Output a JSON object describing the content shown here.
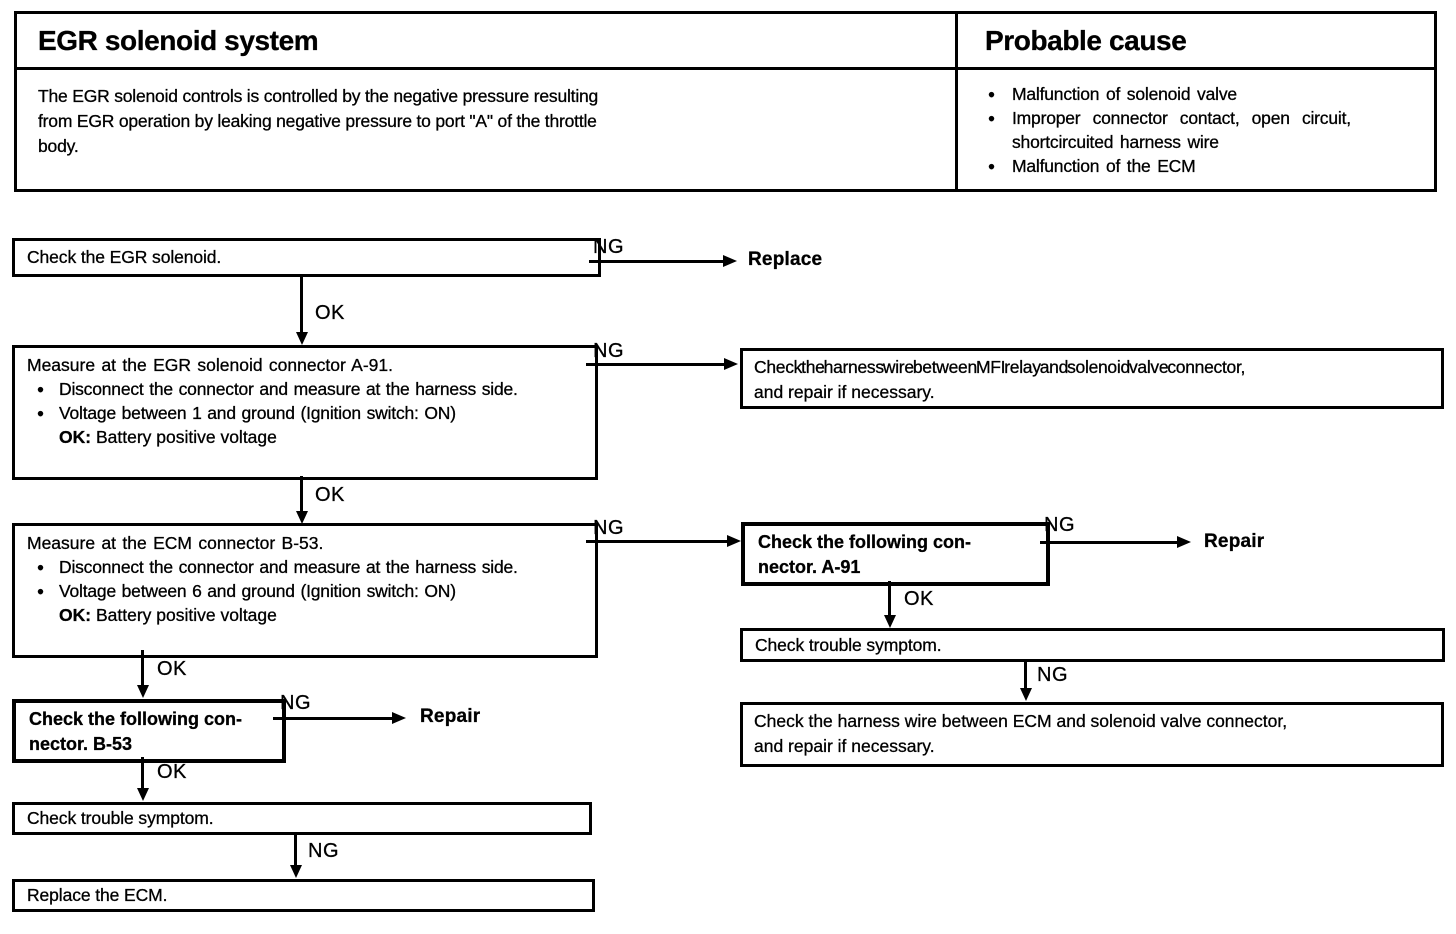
{
  "info_table": {
    "system_title": "EGR solenoid system",
    "cause_title": "Probable cause",
    "description_lines": [
      "The EGR solenoid controls is controlled by the negative pressure resulting",
      "from EGR operation by leaking negative pressure to port \"A\" of the throttle",
      "body."
    ],
    "probable_causes": [
      {
        "line1": "Malfunction of solenoid valve",
        "line2": ""
      },
      {
        "line1": "Improper connector contact, open circuit,",
        "line2": "shortcircuited harness wire"
      },
      {
        "line1": "Malfunction of the ECM",
        "line2": ""
      }
    ]
  },
  "labels": {
    "ng": "NG",
    "ok": "OK",
    "replace": "Replace",
    "repair": "Repair"
  },
  "flowchart": {
    "step1": {
      "text": "Check the EGR solenoid."
    },
    "step2": {
      "title": "Measure at the EGR solenoid connector A-91.",
      "bullet1": "Disconnect the connector and measure at the harness side.",
      "bullet2": "Voltage between 1 and ground (Ignition switch: ON)",
      "ok_prefix": "OK:",
      "ok_value": "Battery positive voltage"
    },
    "mfi_harness": {
      "line1": "Check the harness wire between MFI relay and solenoid valve connector,",
      "line2": "and repair if necessary."
    },
    "step3": {
      "title": "Measure at the ECM connector B-53.",
      "bullet1": "Disconnect the connector and measure at the harness side.",
      "bullet2": "Voltage between 6 and ground (Ignition switch: ON)",
      "ok_prefix": "OK:",
      "ok_value": "Battery positive voltage"
    },
    "connector_a91": {
      "line1": "Check the following con-",
      "line2": "nector. A-91"
    },
    "trouble_right": {
      "text": "Check trouble symptom."
    },
    "ecm_harness": {
      "line1": "Check the harness wire between ECM and solenoid valve connector,",
      "line2": "and repair if necessary."
    },
    "connector_b53": {
      "line1": "Check the following con-",
      "line2": "nector. B-53"
    },
    "trouble_left": {
      "text": "Check trouble symptom."
    },
    "replace_ecm": {
      "text": "Replace the ECM."
    }
  }
}
